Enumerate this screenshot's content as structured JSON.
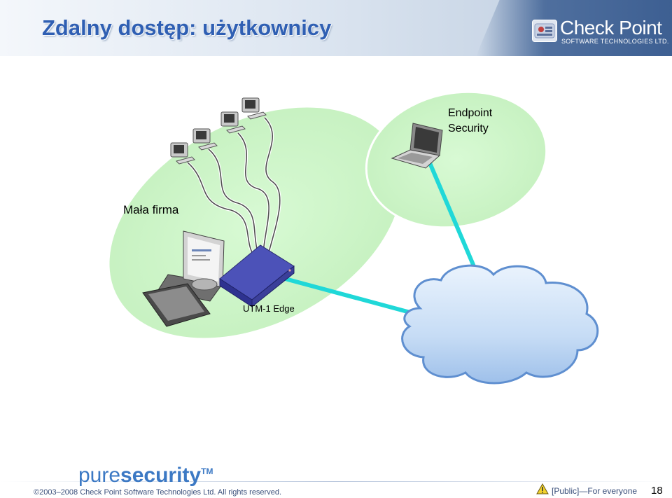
{
  "header": {
    "title": "Zdalny dostęp: użytkownicy",
    "logo_main": "Check Point",
    "logo_sub": "SOFTWARE TECHNOLOGIES LTD."
  },
  "diagram": {
    "labels": {
      "endpoint": "Endpoint\nSecurity",
      "mala_firma": "Mała firma",
      "utm": "UTM-1 Edge"
    },
    "icons": [
      "desktop-computer-icon",
      "laptop-icon",
      "utm-appliance-icon",
      "cloud-icon"
    ]
  },
  "footer": {
    "brand_pure": "pure",
    "brand_security": "security",
    "brand_tm": "TM",
    "copyright": "©2003–2008 Check Point Software Technologies Ltd. All rights reserved.",
    "classification": "[Public]—For everyone",
    "page_number": "18"
  },
  "colors": {
    "title": "#2f5fb3",
    "ellipse_fill": "#ccf5c7",
    "cloud_fill": "#bcd6f3",
    "link_cyan": "#27e6e6",
    "appliance": "#3b3f9a"
  }
}
